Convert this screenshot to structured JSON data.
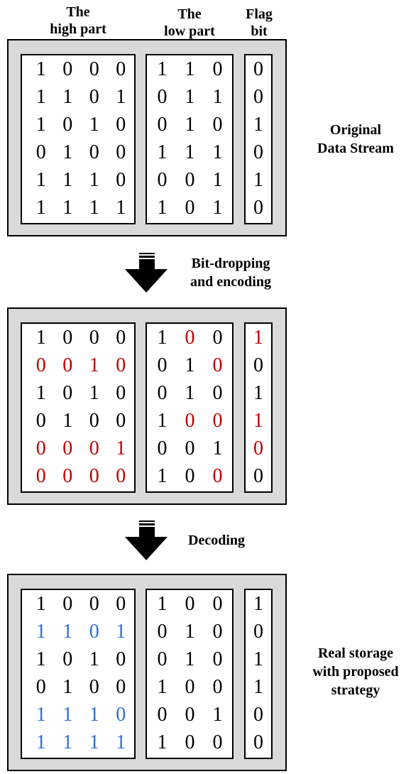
{
  "headers": {
    "high": [
      "The",
      "high part"
    ],
    "low": [
      "The",
      "low part"
    ],
    "flag": [
      "Flag",
      "bit"
    ]
  },
  "labels": {
    "original": [
      "Original",
      "Data Stream"
    ],
    "encoding": [
      "Bit-dropping",
      "and encoding"
    ],
    "decoding": [
      "Decoding"
    ],
    "real": [
      "Real storage",
      "with proposed",
      "strategy"
    ]
  },
  "colors": {
    "normal": "#000000",
    "changed": "#c00000",
    "restored": "#2f6fd6",
    "panel": "#d9d9d9"
  },
  "panels": [
    {
      "name": "original",
      "high": [
        [
          "1",
          "0",
          "0",
          "0"
        ],
        [
          "1",
          "1",
          "0",
          "1"
        ],
        [
          "1",
          "0",
          "1",
          "0"
        ],
        [
          "0",
          "1",
          "0",
          "0"
        ],
        [
          "1",
          "1",
          "1",
          "0"
        ],
        [
          "1",
          "1",
          "1",
          "1"
        ]
      ],
      "high_color": [
        [
          "n",
          "n",
          "n",
          "n"
        ],
        [
          "n",
          "n",
          "n",
          "n"
        ],
        [
          "n",
          "n",
          "n",
          "n"
        ],
        [
          "n",
          "n",
          "n",
          "n"
        ],
        [
          "n",
          "n",
          "n",
          "n"
        ],
        [
          "n",
          "n",
          "n",
          "n"
        ]
      ],
      "low": [
        [
          "1",
          "1",
          "0"
        ],
        [
          "0",
          "1",
          "1"
        ],
        [
          "0",
          "1",
          "0"
        ],
        [
          "1",
          "1",
          "1"
        ],
        [
          "0",
          "0",
          "1"
        ],
        [
          "1",
          "0",
          "1"
        ]
      ],
      "low_color": [
        [
          "n",
          "n",
          "n"
        ],
        [
          "n",
          "n",
          "n"
        ],
        [
          "n",
          "n",
          "n"
        ],
        [
          "n",
          "n",
          "n"
        ],
        [
          "n",
          "n",
          "n"
        ],
        [
          "n",
          "n",
          "n"
        ]
      ],
      "flag": [
        "0",
        "0",
        "1",
        "0",
        "1",
        "0"
      ],
      "flag_color": [
        "n",
        "n",
        "n",
        "n",
        "n",
        "n"
      ]
    },
    {
      "name": "encoded",
      "high": [
        [
          "1",
          "0",
          "0",
          "0"
        ],
        [
          "0",
          "0",
          "1",
          "0"
        ],
        [
          "1",
          "0",
          "1",
          "0"
        ],
        [
          "0",
          "1",
          "0",
          "0"
        ],
        [
          "0",
          "0",
          "0",
          "1"
        ],
        [
          "0",
          "0",
          "0",
          "0"
        ]
      ],
      "high_color": [
        [
          "n",
          "n",
          "n",
          "n"
        ],
        [
          "r",
          "r",
          "r",
          "r"
        ],
        [
          "n",
          "n",
          "n",
          "n"
        ],
        [
          "n",
          "n",
          "n",
          "n"
        ],
        [
          "r",
          "r",
          "r",
          "r"
        ],
        [
          "r",
          "r",
          "r",
          "r"
        ]
      ],
      "low": [
        [
          "1",
          "0",
          "0"
        ],
        [
          "0",
          "1",
          "0"
        ],
        [
          "0",
          "1",
          "0"
        ],
        [
          "1",
          "0",
          "0"
        ],
        [
          "0",
          "0",
          "1"
        ],
        [
          "1",
          "0",
          "0"
        ]
      ],
      "low_color": [
        [
          "n",
          "r",
          "n"
        ],
        [
          "n",
          "n",
          "r"
        ],
        [
          "n",
          "n",
          "n"
        ],
        [
          "n",
          "r",
          "r"
        ],
        [
          "n",
          "n",
          "n"
        ],
        [
          "n",
          "n",
          "r"
        ]
      ],
      "flag": [
        "1",
        "0",
        "1",
        "1",
        "0",
        "0"
      ],
      "flag_color": [
        "r",
        "n",
        "n",
        "r",
        "r",
        "n"
      ]
    },
    {
      "name": "real",
      "high": [
        [
          "1",
          "0",
          "0",
          "0"
        ],
        [
          "1",
          "1",
          "0",
          "1"
        ],
        [
          "1",
          "0",
          "1",
          "0"
        ],
        [
          "0",
          "1",
          "0",
          "0"
        ],
        [
          "1",
          "1",
          "1",
          "0"
        ],
        [
          "1",
          "1",
          "1",
          "1"
        ]
      ],
      "high_color": [
        [
          "n",
          "n",
          "n",
          "n"
        ],
        [
          "b",
          "b",
          "b",
          "b"
        ],
        [
          "n",
          "n",
          "n",
          "n"
        ],
        [
          "n",
          "n",
          "n",
          "n"
        ],
        [
          "b",
          "b",
          "b",
          "b"
        ],
        [
          "b",
          "b",
          "b",
          "b"
        ]
      ],
      "low": [
        [
          "1",
          "0",
          "0"
        ],
        [
          "0",
          "1",
          "0"
        ],
        [
          "0",
          "1",
          "0"
        ],
        [
          "1",
          "0",
          "0"
        ],
        [
          "0",
          "0",
          "1"
        ],
        [
          "1",
          "0",
          "0"
        ]
      ],
      "low_color": [
        [
          "n",
          "n",
          "n"
        ],
        [
          "n",
          "n",
          "n"
        ],
        [
          "n",
          "n",
          "n"
        ],
        [
          "n",
          "n",
          "n"
        ],
        [
          "n",
          "n",
          "n"
        ],
        [
          "n",
          "n",
          "n"
        ]
      ],
      "flag": [
        "1",
        "0",
        "1",
        "1",
        "0",
        "0"
      ],
      "flag_color": [
        "n",
        "n",
        "n",
        "n",
        "n",
        "n"
      ]
    }
  ]
}
